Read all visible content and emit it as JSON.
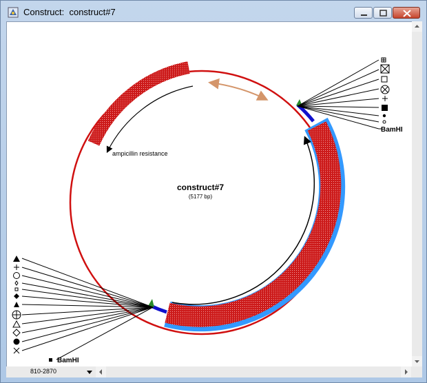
{
  "window": {
    "title": "Construct:  construct#7"
  },
  "map": {
    "name": "construct#7",
    "length": "(5177 bp)",
    "feature_label": "ampicillin resistance",
    "site_label_top": "BamHI",
    "site_label_bottom": "BamHI",
    "colors": {
      "backbone": "#d01010",
      "insert": "#3399ff",
      "vector_link": "#1010cc",
      "arrow_tan": "#d4956a"
    }
  },
  "status": {
    "range": "810-2870"
  },
  "icons": {
    "top_markers": [
      "grid-square",
      "box-x",
      "square",
      "circle-x",
      "plus",
      "filled-square",
      "dot",
      "small-circle"
    ],
    "bottom_markers": [
      "filled-triangle",
      "plus",
      "circle",
      "small-diamond",
      "small-square",
      "filled-diamond",
      "filled-triangle",
      "circle-plus",
      "triangle",
      "diamond",
      "filled-circle",
      "cross"
    ]
  }
}
